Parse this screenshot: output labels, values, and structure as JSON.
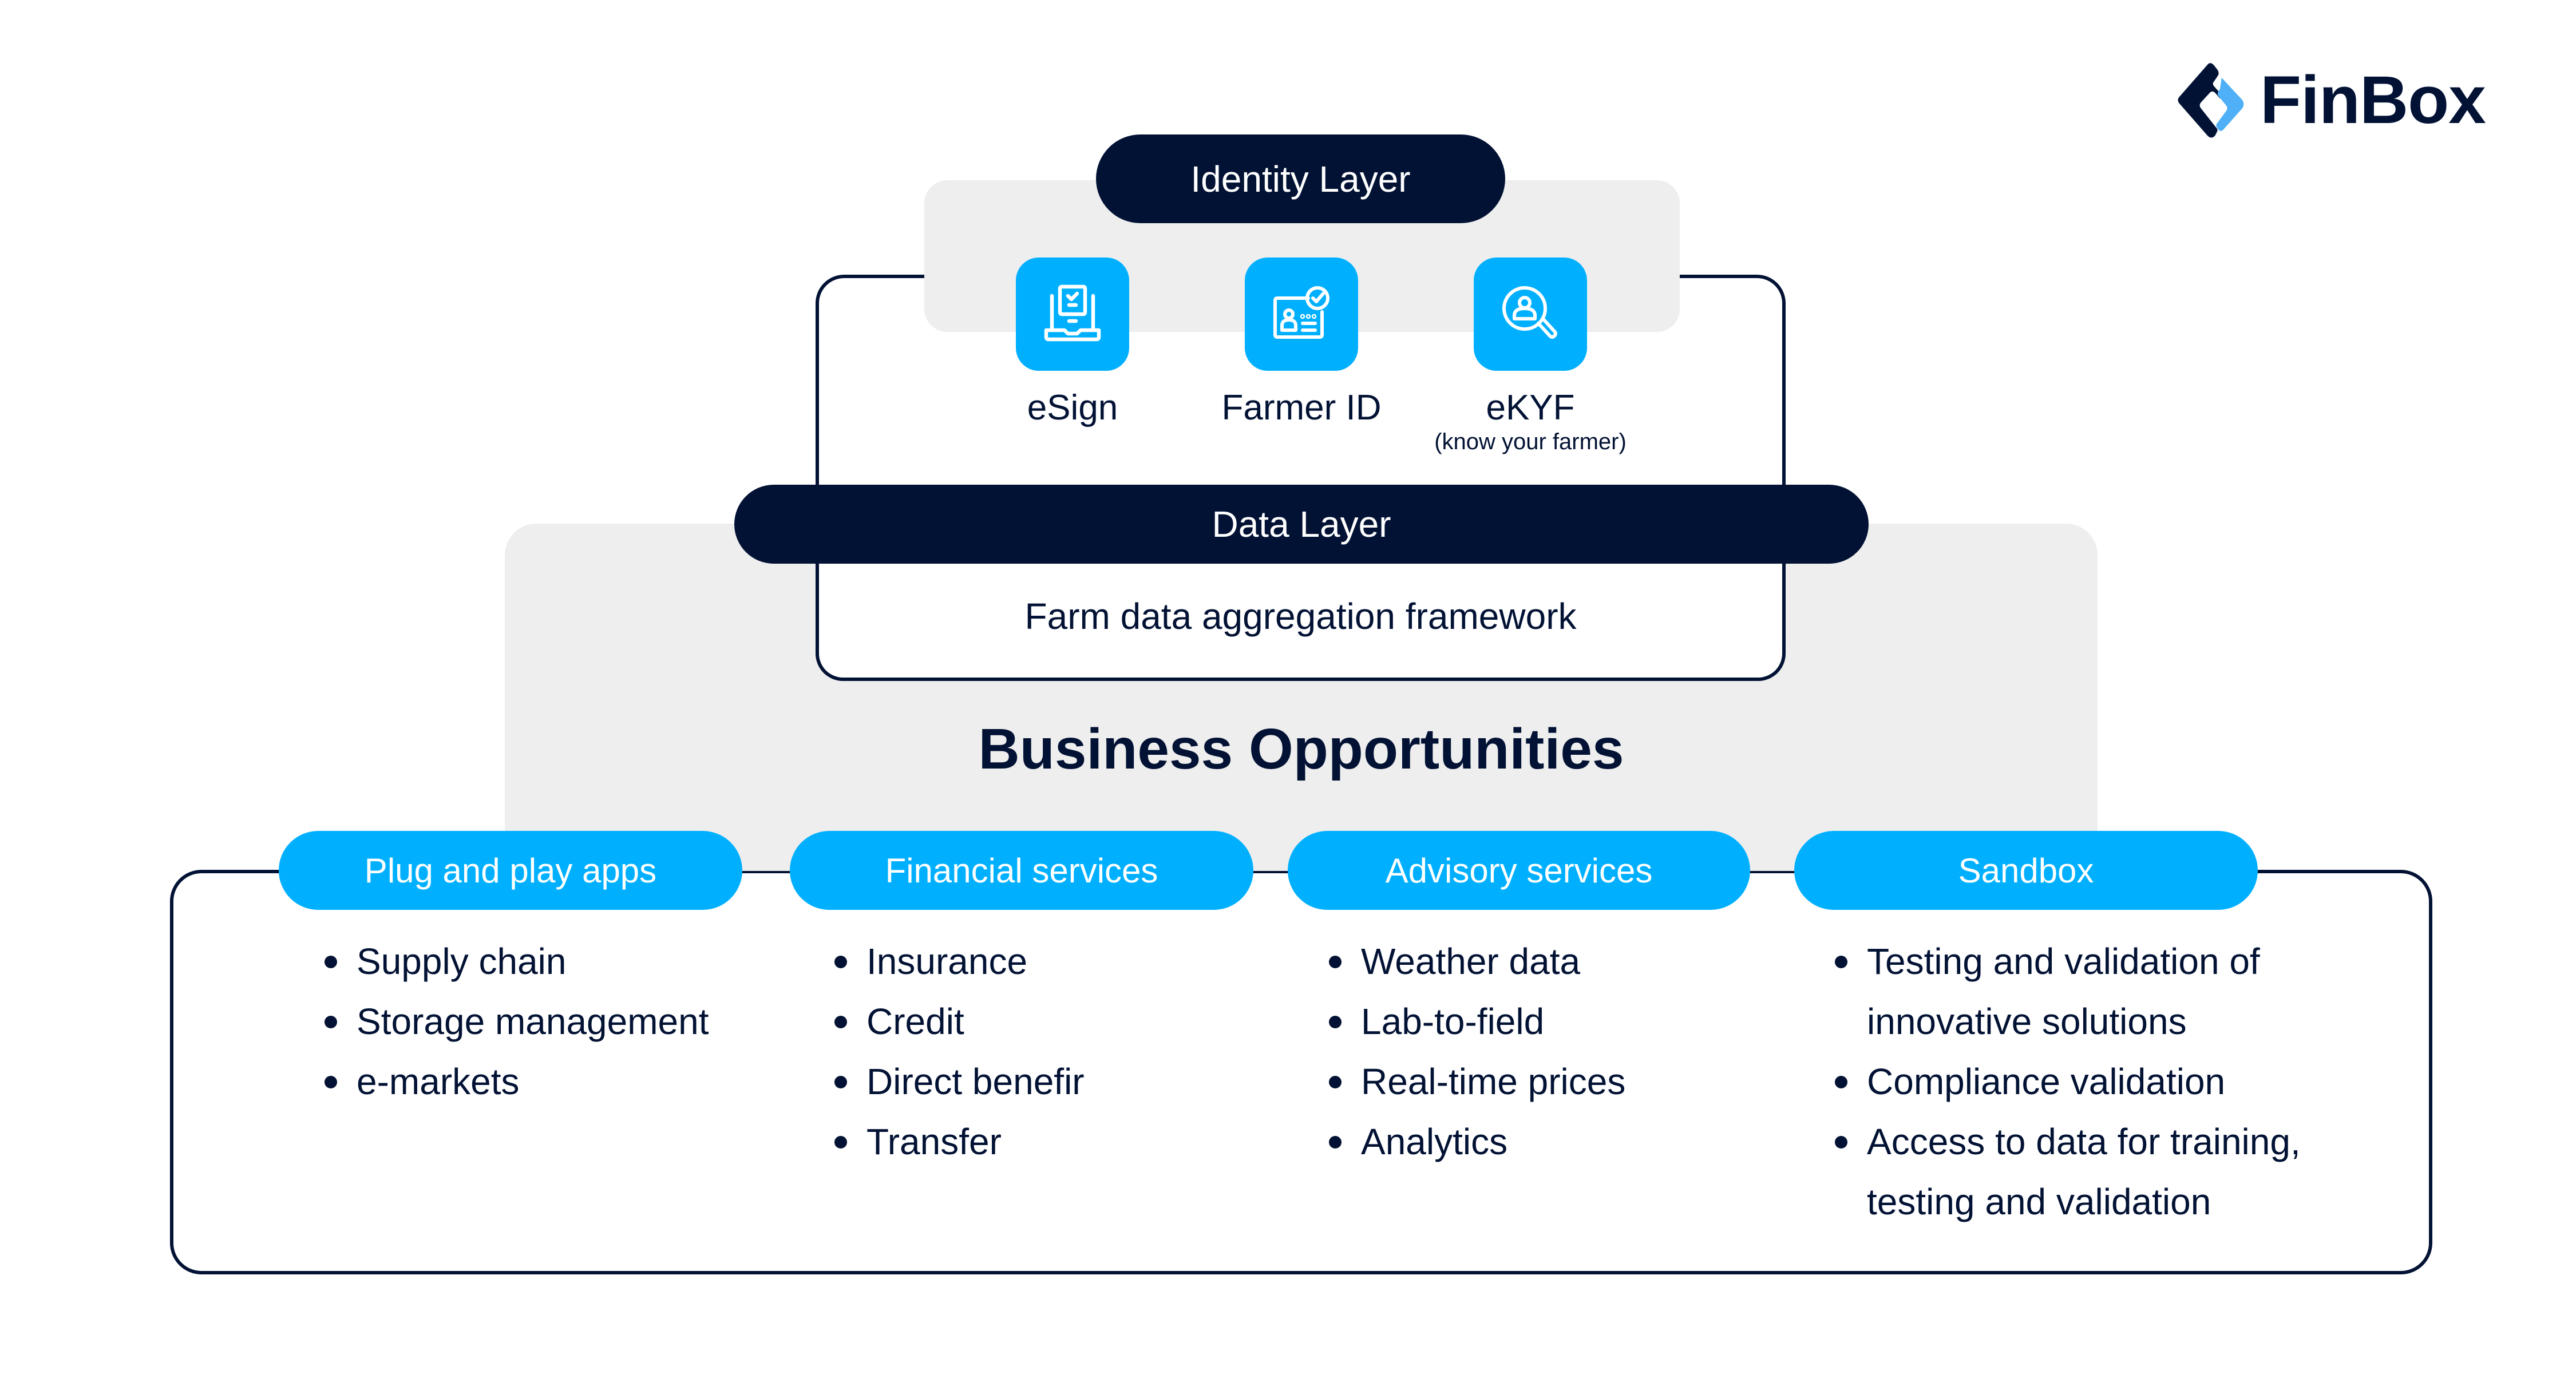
{
  "brand": {
    "name": "FinBox",
    "colors": {
      "navy": "#021234",
      "accent_blue": "#00b0ff",
      "logo_light_blue": "#4fb0f7",
      "panel_gray": "#eeeeee"
    }
  },
  "identity_layer": {
    "title": "Identity Layer",
    "items": [
      {
        "label": "eSign",
        "icon": "laptop-checklist-icon",
        "sublabel": ""
      },
      {
        "label": "Farmer ID",
        "icon": "id-card-verified-icon",
        "sublabel": ""
      },
      {
        "label": "eKYF",
        "icon": "magnifier-user-icon",
        "sublabel": "(know your farmer)"
      }
    ]
  },
  "data_layer": {
    "title": "Data Layer",
    "description": "Farm data aggregation framework"
  },
  "business": {
    "title": "Business Opportunities",
    "categories": [
      {
        "label": "Plug and play apps",
        "items": [
          "Supply chain",
          "Storage management",
          "e-markets"
        ]
      },
      {
        "label": "Financial services",
        "items": [
          "Insurance",
          "Credit",
          "Direct benefir",
          "Transfer"
        ]
      },
      {
        "label": "Advisory services",
        "items": [
          "Weather data",
          "Lab-to-field",
          "Real-time prices",
          "Analytics"
        ]
      },
      {
        "label": "Sandbox",
        "items": [
          "Testing and validation of innovative solutions",
          "Compliance validation",
          "Access to data for training, testing and validation"
        ]
      }
    ]
  }
}
